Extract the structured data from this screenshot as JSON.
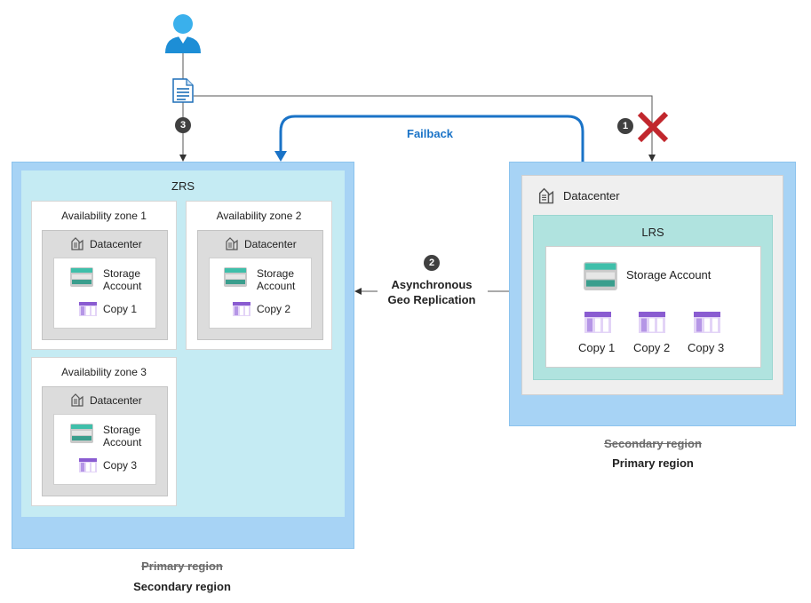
{
  "colors": {
    "region_outer": "#a7d3f5",
    "zrs_inner": "#c5ebf3",
    "lrs_inner": "#b0e3df",
    "failback_arrow": "#1a73c7",
    "fail_cross": "#c1272d",
    "storage_icon": "#3fbfaa",
    "copy_icon": "#8a5cd1"
  },
  "badges": {
    "fail": "1",
    "replication": "2",
    "write": "3"
  },
  "failback_label": "Failback",
  "replication": {
    "line1": "Asynchronous",
    "line2": "Geo Replication"
  },
  "left_region": {
    "inner_title": "ZRS",
    "old_label": "Primary region",
    "new_label": "Secondary region",
    "zones": [
      {
        "title": "Availability zone 1",
        "datacenter": "Datacenter",
        "storage_line1": "Storage",
        "storage_line2": "Account",
        "copy": "Copy 1"
      },
      {
        "title": "Availability zone 2",
        "datacenter": "Datacenter",
        "storage_line1": "Storage",
        "storage_line2": "Account",
        "copy": "Copy 2"
      },
      {
        "title": "Availability zone 3",
        "datacenter": "Datacenter",
        "storage_line1": "Storage",
        "storage_line2": "Account",
        "copy": "Copy 3"
      }
    ]
  },
  "right_region": {
    "datacenter": "Datacenter",
    "inner_title": "LRS",
    "storage": "Storage Account",
    "copies": [
      "Copy 1",
      "Copy 2",
      "Copy 3"
    ],
    "old_label": "Secondary region",
    "new_label": "Primary region"
  },
  "icons": [
    "user-icon",
    "document-icon",
    "datacenter-icon",
    "storage-account-icon",
    "copy-table-icon",
    "fail-cross-icon"
  ]
}
